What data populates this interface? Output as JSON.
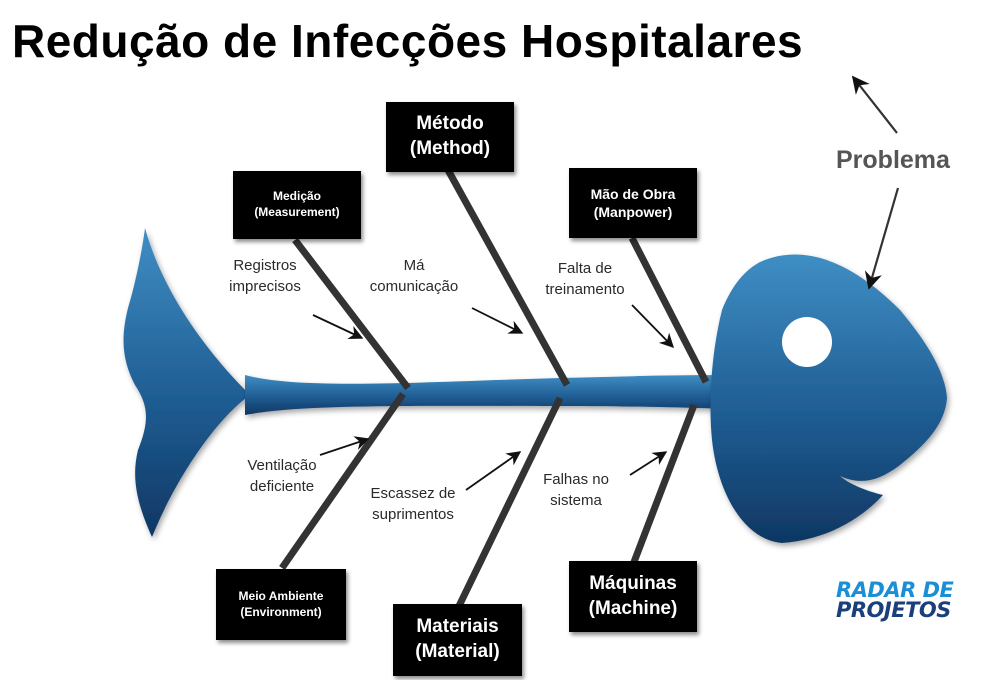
{
  "title": "Redução de Infecções Hospitalares",
  "problem_label": "Problema",
  "categories": {
    "medicao": {
      "line1": "Medição",
      "line2": "(Measurement)"
    },
    "metodo": {
      "line1": "Método",
      "line2": "(Method)"
    },
    "mao_de_obra": {
      "line1": "Mão de Obra",
      "line2": "(Manpower)"
    },
    "meio_ambiente": {
      "line1": "Meio Ambiente",
      "line2": "(Environment)"
    },
    "materiais": {
      "line1": "Materiais",
      "line2": "(Material)"
    },
    "maquinas": {
      "line1": "Máquinas",
      "line2": "(Machine)"
    }
  },
  "causes": {
    "registros": {
      "line1": "Registros",
      "line2": "imprecisos"
    },
    "comunicacao": {
      "line1": "Má",
      "line2": "comunicação"
    },
    "treinamento": {
      "line1": "Falta de",
      "line2": "treinamento"
    },
    "ventilacao": {
      "line1": "Ventilação",
      "line2": "deficiente"
    },
    "suprimentos": {
      "line1": "Escassez de",
      "line2": "suprimentos"
    },
    "sistema": {
      "line1": "Falhas no",
      "line2": "sistema"
    }
  },
  "logo": {
    "line1": "RADAR DE",
    "line2": "PROJETOS"
  },
  "colors": {
    "fish_top": "#3f8ec4",
    "fish_bottom": "#0f3763",
    "box": "#000000",
    "bone": "#333333"
  }
}
